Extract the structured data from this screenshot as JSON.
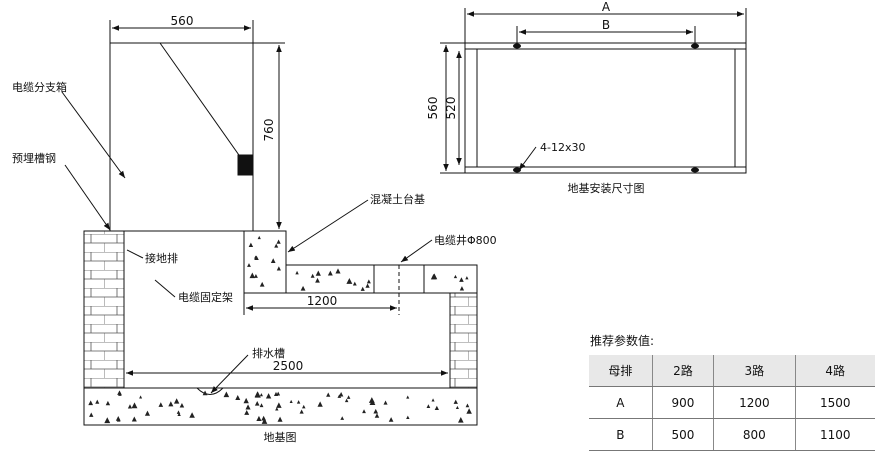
{
  "foundation": {
    "dim_width": "560",
    "dim_height": "760",
    "dim_1200": "1200",
    "dim_2500": "2500",
    "label_cabinet": "电缆分支箱",
    "label_channel_steel": "预埋槽钢",
    "label_concrete": "混凝土台基",
    "label_cable_well": "电缆井Φ800",
    "label_ground_bar": "接地排",
    "label_cable_bracket": "电缆固定架",
    "label_drain": "排水槽",
    "caption": "地基图"
  },
  "install": {
    "dim_a": "A",
    "dim_b": "B",
    "dim_560": "560",
    "dim_520": "520",
    "label_holes": "4-12x30",
    "caption": "地基安装尺寸图"
  },
  "params": {
    "title": "推荐参数值:",
    "headers": [
      "母排",
      "2路",
      "3路",
      "4路"
    ],
    "rows": [
      [
        "A",
        "900",
        "1200",
        "1500"
      ],
      [
        "B",
        "500",
        "800",
        "1100"
      ]
    ]
  }
}
